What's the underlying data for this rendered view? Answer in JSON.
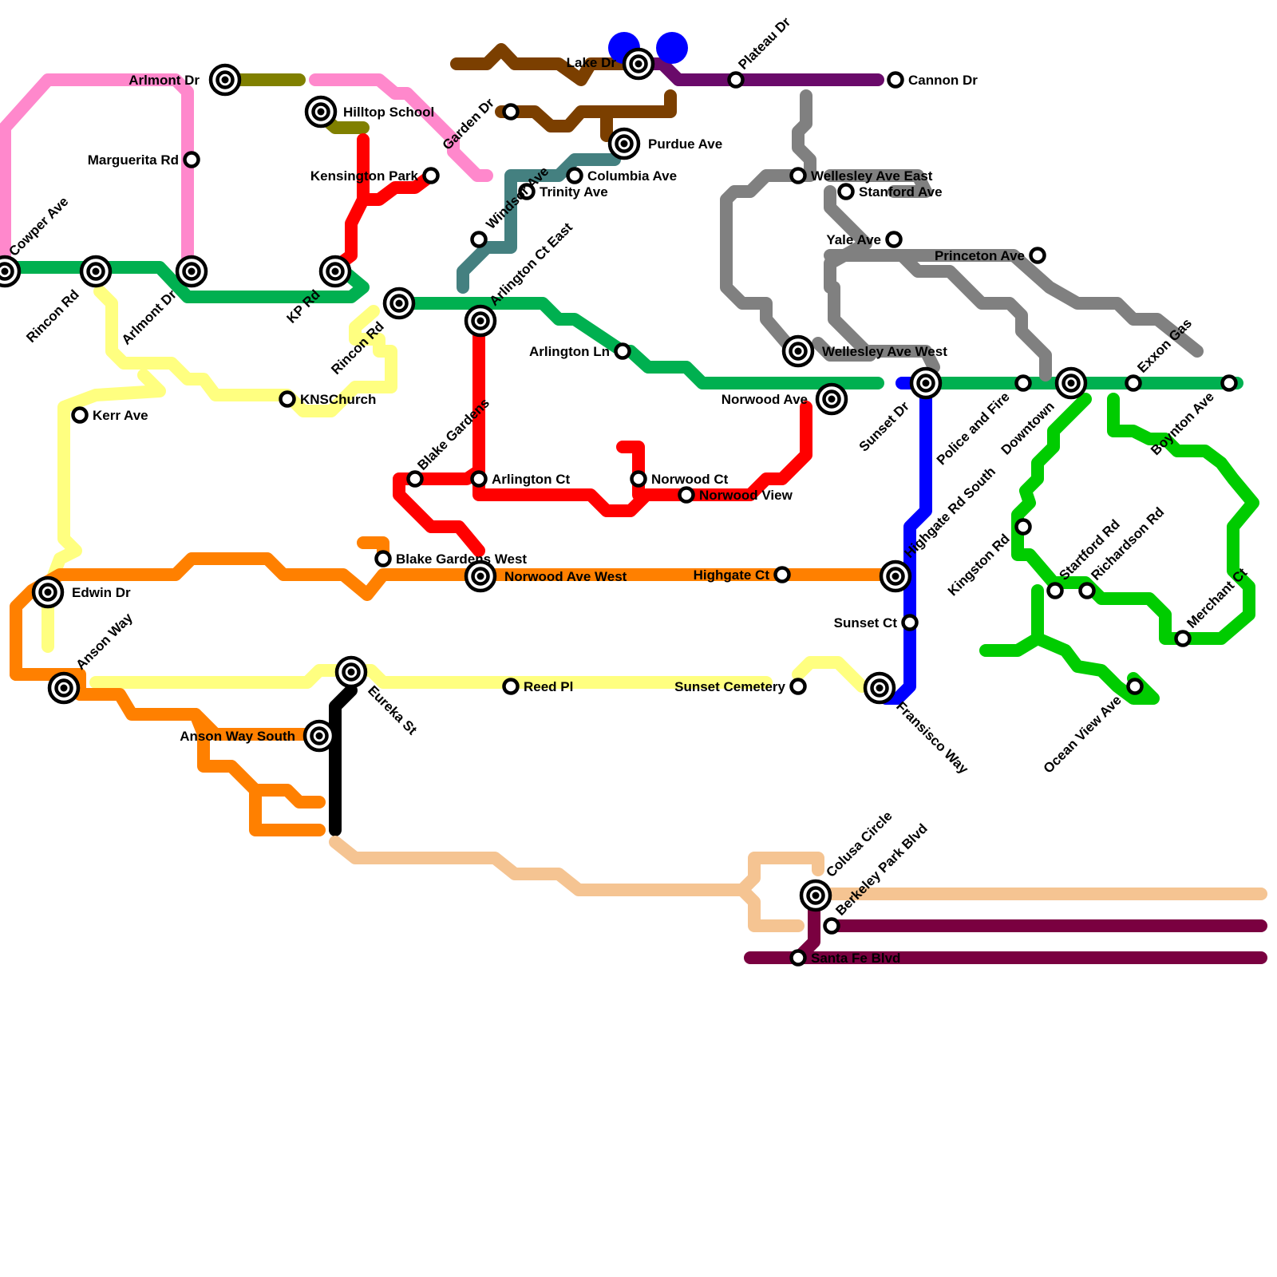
{
  "colors": {
    "pink": "#ff88cc",
    "olive": "#808000",
    "green": "#00b050",
    "brown": "#7b3f00",
    "purple": "#6a0a6a",
    "blue_dot": "#0000ff",
    "teal": "#448080",
    "gray": "#808080",
    "red": "#ff0000",
    "yellow": "#ffff80",
    "orange": "#ff8000",
    "blue": "#0000ff",
    "lime": "#00cc00",
    "black": "#000000",
    "peach": "#f5c492",
    "maroon": "#7a0040"
  },
  "stations": [
    {
      "id": "cowper",
      "name": "Cowper Ave",
      "type": "interchange"
    },
    {
      "id": "rincon1",
      "name": "Rincon Rd",
      "type": "interchange"
    },
    {
      "id": "arlmont_dr_g",
      "name": "Arlmont Dr",
      "type": "interchange"
    },
    {
      "id": "kp",
      "name": "KP Rd",
      "type": "interchange"
    },
    {
      "id": "rincon2",
      "name": "Rincon Rd",
      "type": "interchange"
    },
    {
      "id": "arlington_east",
      "name": "Arlington Ct East",
      "type": "interchange"
    },
    {
      "id": "arlmont_top",
      "name": "Arlmont Dr",
      "type": "interchange"
    },
    {
      "id": "hilltop",
      "name": "Hilltop School",
      "type": "interchange"
    },
    {
      "id": "marguerita",
      "name": "Marguerita Rd",
      "type": "stop"
    },
    {
      "id": "kensington",
      "name": "Kensington Park",
      "type": "stop"
    },
    {
      "id": "garden",
      "name": "Garden Dr",
      "type": "stop"
    },
    {
      "id": "lake",
      "name": "Lake Dr",
      "type": "interchange"
    },
    {
      "id": "plateau",
      "name": "Plateau Dr",
      "type": "stop"
    },
    {
      "id": "cannon",
      "name": "Cannon Dr",
      "type": "stop"
    },
    {
      "id": "purdue",
      "name": "Purdue Ave",
      "type": "interchange"
    },
    {
      "id": "columbia",
      "name": "Columbia Ave",
      "type": "stop"
    },
    {
      "id": "trinity",
      "name": "Trinity Ave",
      "type": "stop"
    },
    {
      "id": "windsor",
      "name": "Windsor Ave",
      "type": "stop"
    },
    {
      "id": "wellesley_e",
      "name": "Wellesley Ave East",
      "type": "stop"
    },
    {
      "id": "stanford",
      "name": "Stanford Ave",
      "type": "stop"
    },
    {
      "id": "yale",
      "name": "Yale Ave",
      "type": "stop"
    },
    {
      "id": "princeton",
      "name": "Princeton Ave",
      "type": "stop"
    },
    {
      "id": "wellesley_w",
      "name": "Wellesley Ave West",
      "type": "interchange"
    },
    {
      "id": "arlington_ln",
      "name": "Arlington Ln",
      "type": "stop"
    },
    {
      "id": "norwood_ave",
      "name": "Norwood Ave",
      "type": "interchange"
    },
    {
      "id": "sunset_dr",
      "name": "Sunset Dr",
      "type": "interchange"
    },
    {
      "id": "police",
      "name": "Police and Fire",
      "type": "stop"
    },
    {
      "id": "downtown",
      "name": "Downtown",
      "type": "interchange"
    },
    {
      "id": "exxon",
      "name": "Exxon Gas",
      "type": "stop"
    },
    {
      "id": "boynton",
      "name": "Boynton Ave",
      "type": "stop"
    },
    {
      "id": "kerr",
      "name": "Kerr Ave",
      "type": "stop"
    },
    {
      "id": "kns",
      "name": "KNSChurch",
      "type": "stop"
    },
    {
      "id": "blake",
      "name": "Blake Gardens",
      "type": "stop"
    },
    {
      "id": "arlington_ct",
      "name": "Arlington Ct",
      "type": "stop"
    },
    {
      "id": "norwood_ct",
      "name": "Norwood Ct",
      "type": "stop"
    },
    {
      "id": "norwood_view",
      "name": "Norwood View",
      "type": "stop"
    },
    {
      "id": "blake_w",
      "name": "Blake Gardens West",
      "type": "stop"
    },
    {
      "id": "norwood_w",
      "name": "Norwood Ave West",
      "type": "interchange"
    },
    {
      "id": "highgate_ct",
      "name": "Highgate Ct",
      "type": "stop"
    },
    {
      "id": "highgate_s",
      "name": "Highgate Rd South",
      "type": "interchange"
    },
    {
      "id": "kingston",
      "name": "Kingston Rd",
      "type": "stop"
    },
    {
      "id": "startford",
      "name": "Startford Rd",
      "type": "stop"
    },
    {
      "id": "richardson",
      "name": "Richardson Rd",
      "type": "stop"
    },
    {
      "id": "merchant",
      "name": "Merchant Ct",
      "type": "stop"
    },
    {
      "id": "ocean",
      "name": "Ocean View Ave",
      "type": "stop"
    },
    {
      "id": "edwin",
      "name": "Edwin Dr",
      "type": "interchange"
    },
    {
      "id": "anson",
      "name": "Anson Way",
      "type": "interchange"
    },
    {
      "id": "eureka",
      "name": "Eureka St",
      "type": "interchange"
    },
    {
      "id": "reed",
      "name": "Reed Pl",
      "type": "stop"
    },
    {
      "id": "sunset_cem",
      "name": "Sunset Cemetery",
      "type": "stop"
    },
    {
      "id": "sunset_ct",
      "name": "Sunset Ct",
      "type": "stop"
    },
    {
      "id": "fransisco",
      "name": "Fransisco Way",
      "type": "interchange"
    },
    {
      "id": "anson_s",
      "name": "Anson Way South",
      "type": "interchange"
    },
    {
      "id": "colusa",
      "name": "Colusa Circle",
      "type": "interchange"
    },
    {
      "id": "berkeley",
      "name": "Berkeley Park Blvd",
      "type": "stop"
    },
    {
      "id": "santa_fe",
      "name": "Santa Fe Blvd",
      "type": "stop"
    }
  ]
}
